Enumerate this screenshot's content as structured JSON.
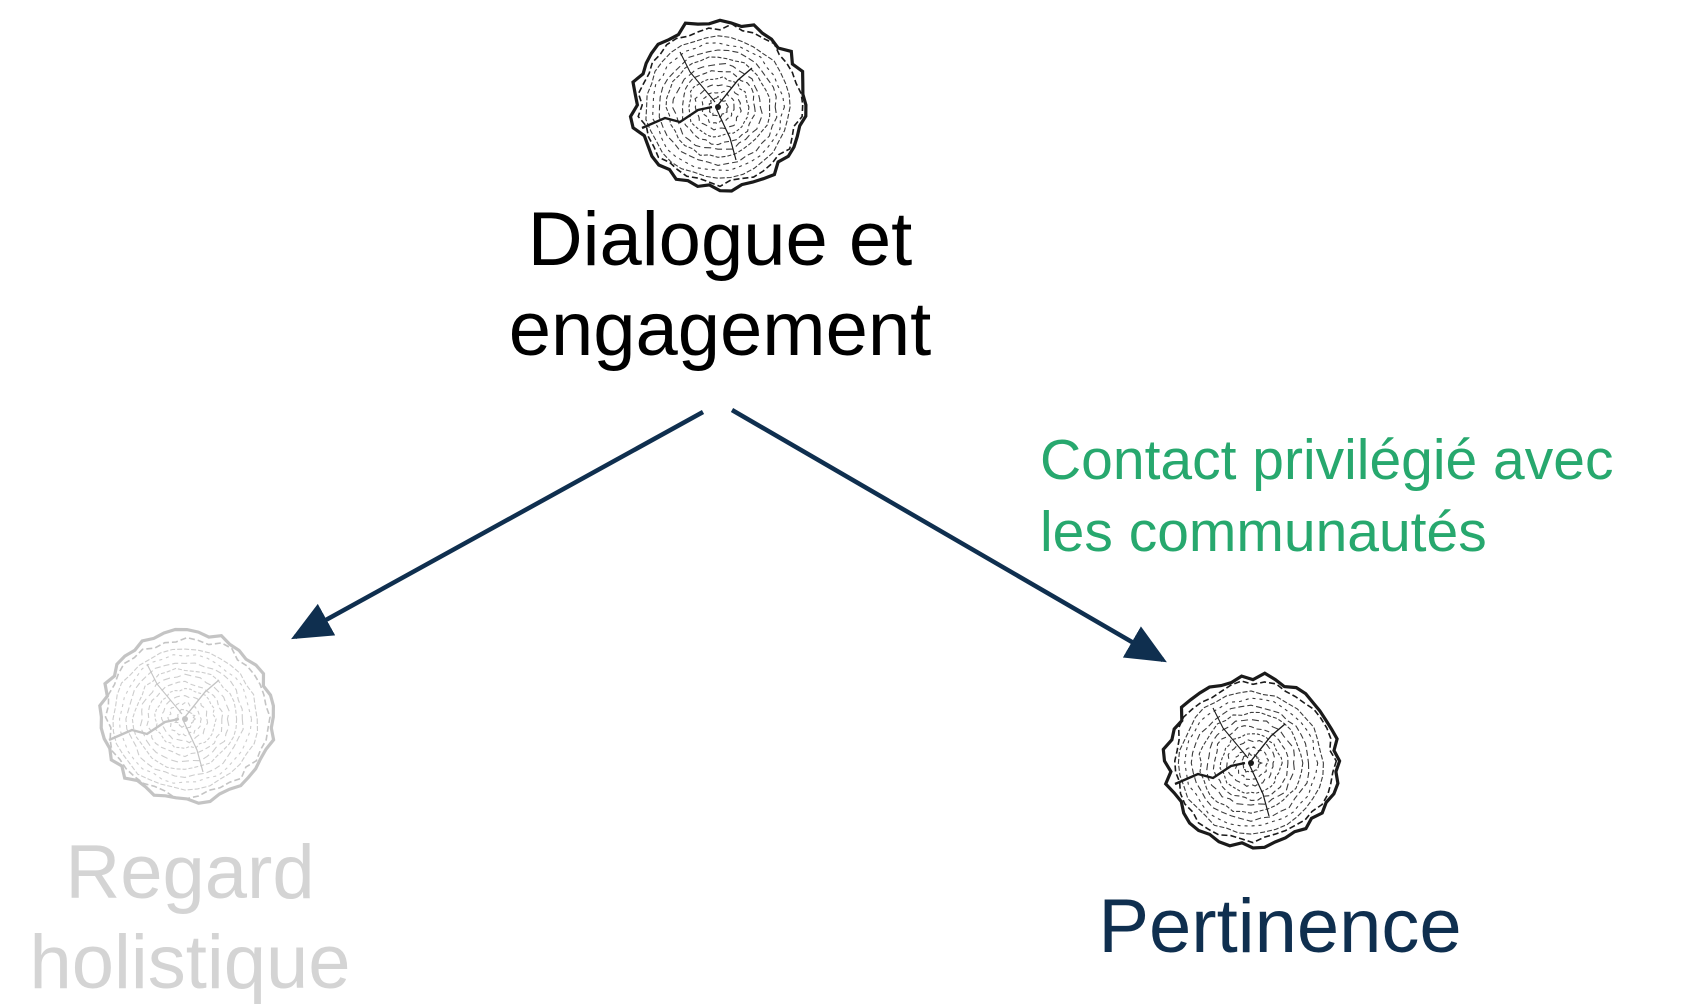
{
  "colors": {
    "text_primary": "#000000",
    "text_muted": "#d4d4d4",
    "text_highlight": "#0f2f4f",
    "annotation": "#27a86e",
    "arrow": "#0f2f4f"
  },
  "diagram": {
    "nodes": [
      {
        "id": "dialogue",
        "label_lines": [
          "Dialogue et",
          "engagement"
        ],
        "icon": "tree-stump-icon",
        "state": "active"
      },
      {
        "id": "regard",
        "label_lines": [
          "Regard",
          "holistique"
        ],
        "icon": "tree-stump-icon",
        "state": "faded"
      },
      {
        "id": "pertinence",
        "label_lines": [
          "Pertinence"
        ],
        "icon": "tree-stump-icon",
        "state": "highlighted"
      }
    ],
    "edges": [
      {
        "from": "dialogue",
        "to": "regard",
        "label_lines": []
      },
      {
        "from": "dialogue",
        "to": "pertinence",
        "label_lines": [
          "Contact privilégié avec",
          "les communautés"
        ]
      }
    ]
  }
}
